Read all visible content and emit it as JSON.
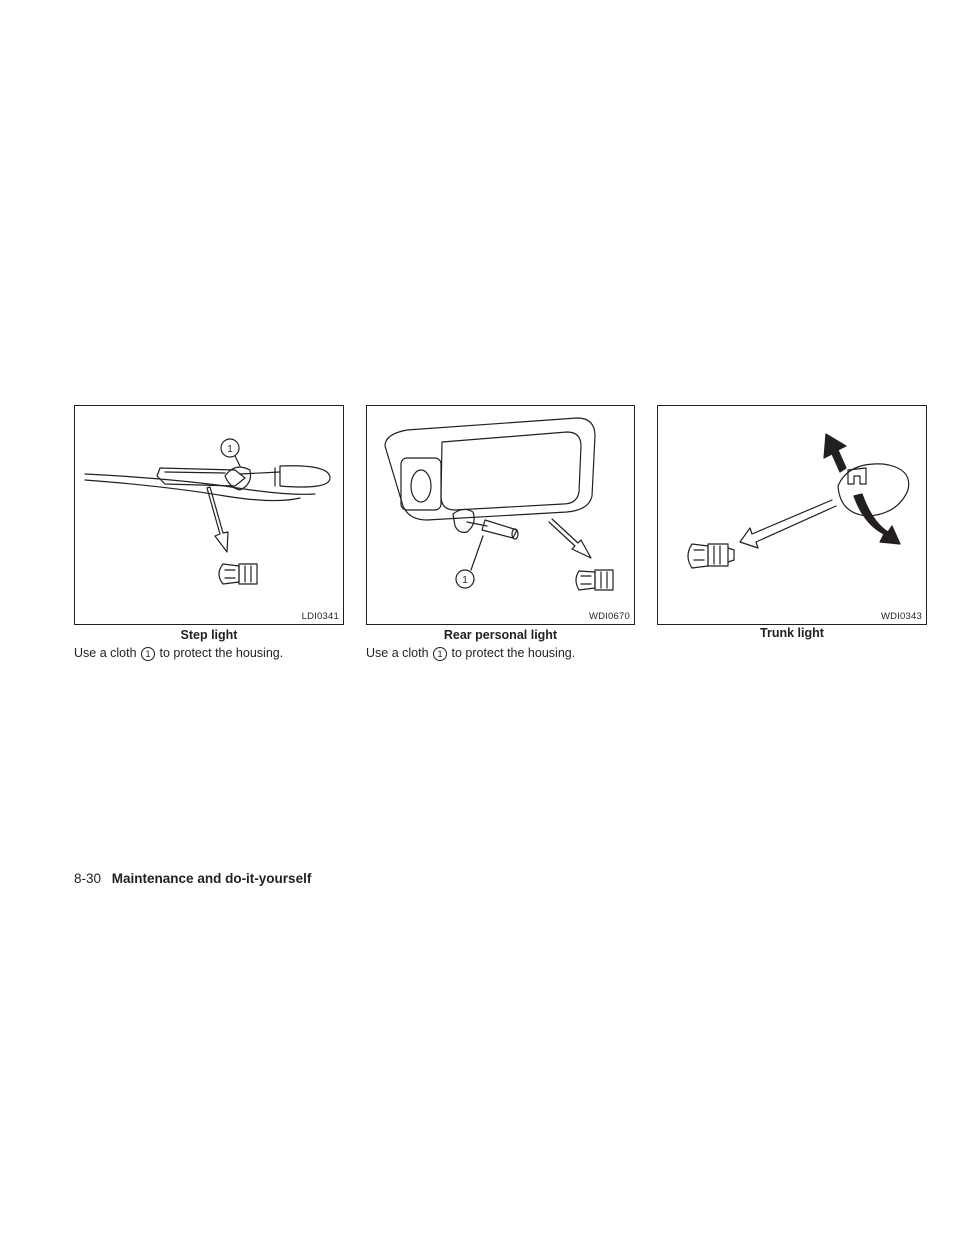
{
  "figures": [
    {
      "code": "LDI0341",
      "caption": "Step light",
      "callout": "1",
      "note": {
        "before": "Use a cloth",
        "marker": "1",
        "after": "to protect the housing."
      }
    },
    {
      "code": "WDI0670",
      "caption": "Rear personal light",
      "callout": "1",
      "note": {
        "before": "Use a cloth",
        "marker": "1",
        "after": "to protect the housing."
      }
    },
    {
      "code": "WDI0343",
      "caption": "Trunk light"
    }
  ],
  "footer": {
    "page_number": "8-30",
    "section": "Maintenance and do-it-yourself"
  }
}
